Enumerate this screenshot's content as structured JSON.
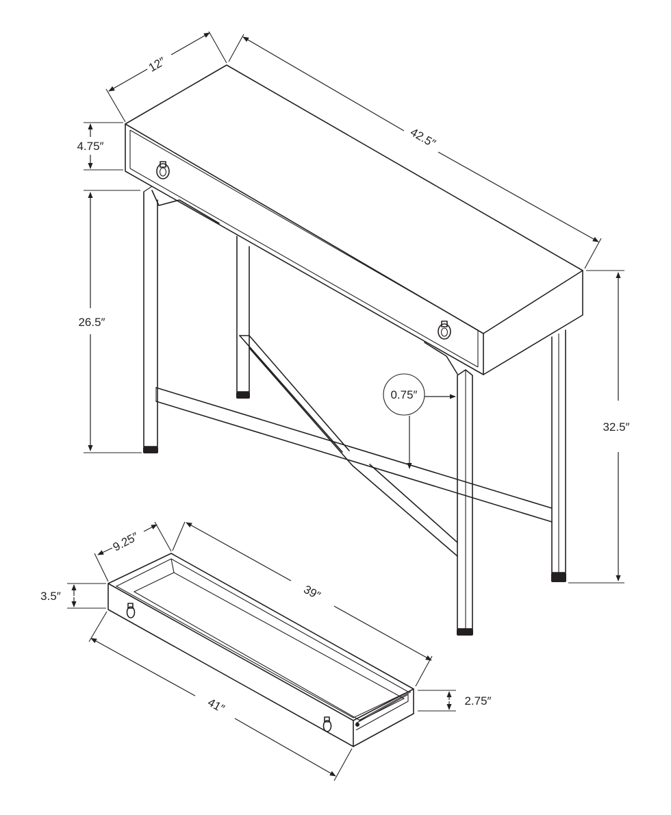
{
  "table": {
    "depth": "12″",
    "length": "42.5″",
    "drawer_front_height": "4.75″",
    "clearance_height": "26.5″",
    "total_height": "32.5″",
    "leg_thickness": "0.75″"
  },
  "drawer": {
    "depth": "9.25″",
    "inner_length": "39″",
    "outer_length": "41″",
    "front_height": "3.5″",
    "side_height": "2.75″"
  }
}
